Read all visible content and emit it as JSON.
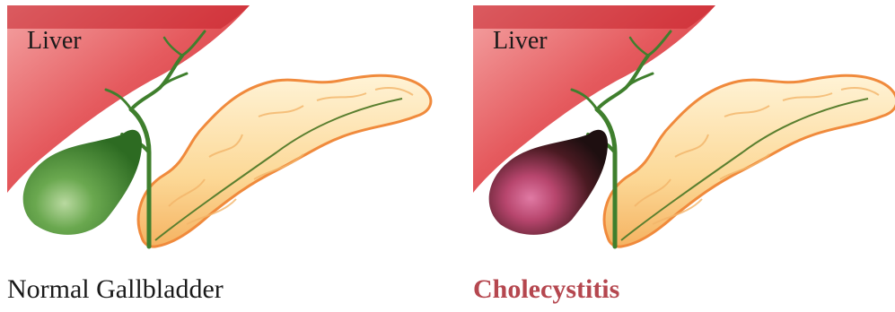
{
  "left_panel": {
    "organ_label": "Liver",
    "caption": "Normal Gallbladder"
  },
  "right_panel": {
    "organ_label": "Liver",
    "caption": "Cholecystitis"
  },
  "colors": {
    "liver": "#d9333b",
    "liver_highlight": "#f29ea0",
    "bile_duct": "#3f7f2d",
    "gallbladder_normal": "#3f8a2e",
    "gallbladder_inflamed": "#2a1416",
    "inflammation": "#c0507a",
    "pancreas": "#fbd79a",
    "pancreas_outline": "#f08a3c",
    "caption_highlight": "#b5474f"
  }
}
